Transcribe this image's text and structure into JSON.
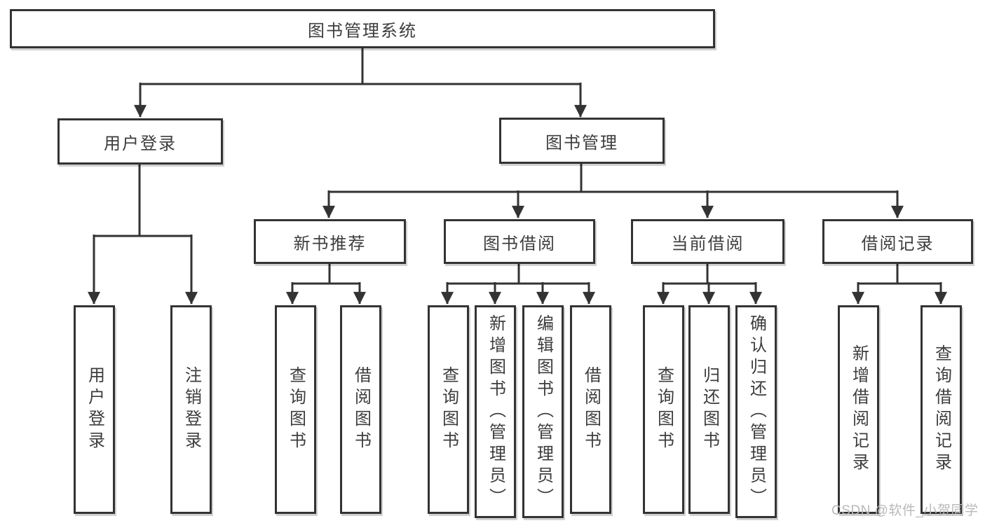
{
  "tree": {
    "label": "图书管理系统",
    "children": [
      {
        "label": "用户登录",
        "children": [
          {
            "label": "用户登录"
          },
          {
            "label": "注销登录"
          }
        ]
      },
      {
        "label": "图书管理",
        "children": [
          {
            "label": "新书推荐",
            "children": [
              {
                "label": "查询图书"
              },
              {
                "label": "借阅图书"
              }
            ]
          },
          {
            "label": "图书借阅",
            "children": [
              {
                "label": "查询图书"
              },
              {
                "label": "新增图书（管理员）"
              },
              {
                "label": "编辑图书（管理员）"
              },
              {
                "label": "借阅图书"
              }
            ]
          },
          {
            "label": "当前借阅",
            "children": [
              {
                "label": "查询图书"
              },
              {
                "label": "归还图书"
              },
              {
                "label": "确认归还（管理员）"
              }
            ]
          },
          {
            "label": "借阅记录",
            "children": [
              {
                "label": "新增借阅记录"
              },
              {
                "label": "查询借阅记录"
              }
            ]
          }
        ]
      }
    ]
  },
  "watermark": {
    "text": "CSDN @软件_小贺同学"
  },
  "colors": {
    "background": "#ffffff",
    "box_fill": "#ffffff",
    "box_border": "#333333",
    "line": "#333333",
    "text": "#3d3d3d",
    "watermark": "#b9b9b9"
  }
}
